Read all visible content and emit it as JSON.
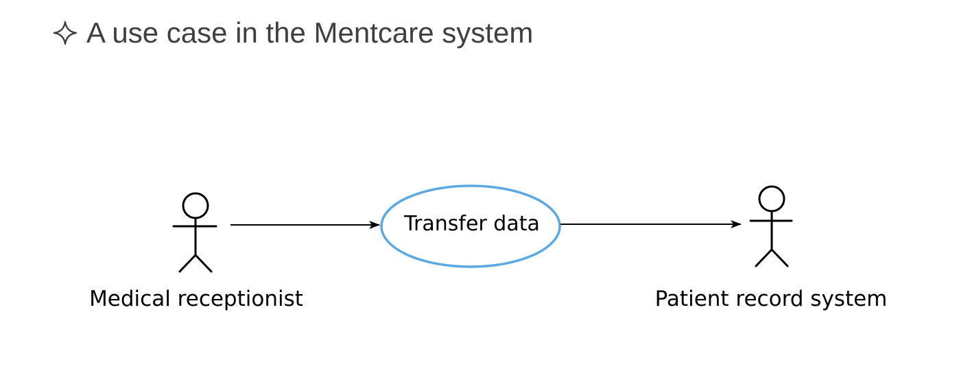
{
  "slide": {
    "bullet_icon": "four-point-star-outline-icon",
    "title": "A use case in the Mentcare system"
  },
  "diagram": {
    "type": "uml-use-case",
    "actors": [
      {
        "id": "medical-receptionist",
        "label": "Medical receptionist"
      },
      {
        "id": "patient-record-system",
        "label": "Patient record system"
      }
    ],
    "use_cases": [
      {
        "id": "transfer-data",
        "label": "Transfer data",
        "outline_color": "#5aa8e4"
      }
    ],
    "associations": [
      {
        "from": "medical-receptionist",
        "to": "transfer-data",
        "arrow": "open-filled"
      },
      {
        "from": "transfer-data",
        "to": "patient-record-system",
        "arrow": "open-filled"
      }
    ],
    "colors": {
      "line": "#000000",
      "title_text": "#3e3e44",
      "use_case_outline": "#5aa8e4"
    }
  }
}
